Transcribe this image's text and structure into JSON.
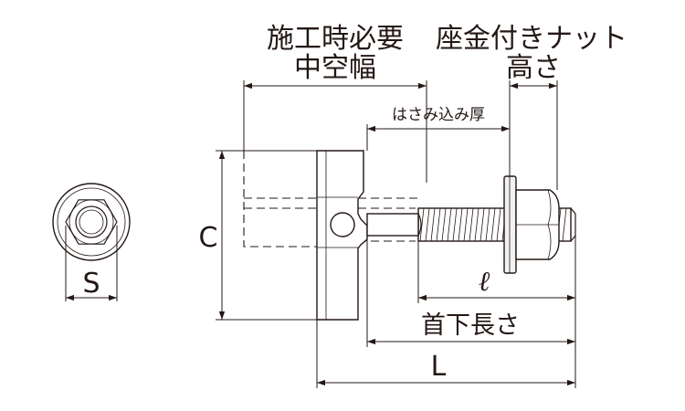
{
  "labels": {
    "hollow_space_line1": "施工時必要",
    "hollow_space_line2": "中空幅",
    "washer_nut_line1": "座金付きナット",
    "washer_nut_line2": "高さ",
    "clamp_thickness": "はさみ込み厚",
    "c": "C",
    "s": "S",
    "ell": "ℓ",
    "under_head_length": "首下長さ",
    "l": "L"
  }
}
